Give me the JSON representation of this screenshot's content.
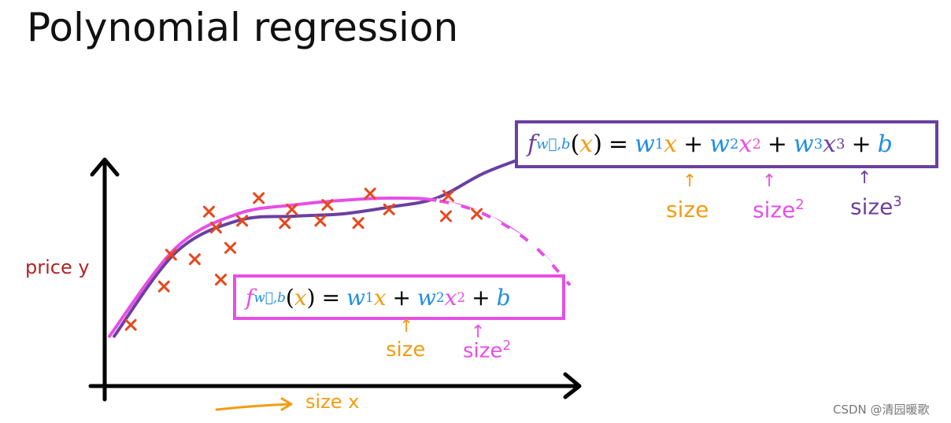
{
  "title": "Polynomial regression",
  "watermark": "CSDN @清园暖歌",
  "colors": {
    "points": "#e8471c",
    "cubic": "#6b3fa0",
    "quadratic": "#e64fe6",
    "blue": "#1f8fe0",
    "orange": "#f39c12",
    "axis": "#000000"
  },
  "chart_data": {
    "type": "scatter",
    "xlabel": "size x",
    "ylabel": "price y",
    "xlim": [
      0,
      10
    ],
    "ylim": [
      0,
      10
    ],
    "points": [
      {
        "x": 0.55,
        "y": 2.7
      },
      {
        "x": 1.25,
        "y": 4.4
      },
      {
        "x": 1.4,
        "y": 5.8
      },
      {
        "x": 1.9,
        "y": 5.6
      },
      {
        "x": 2.2,
        "y": 7.7
      },
      {
        "x": 2.35,
        "y": 7.0
      },
      {
        "x": 2.45,
        "y": 4.7
      },
      {
        "x": 2.65,
        "y": 6.1
      },
      {
        "x": 2.9,
        "y": 7.3
      },
      {
        "x": 3.25,
        "y": 8.3
      },
      {
        "x": 3.8,
        "y": 7.2
      },
      {
        "x": 3.95,
        "y": 7.8
      },
      {
        "x": 4.55,
        "y": 7.3
      },
      {
        "x": 4.7,
        "y": 8.0
      },
      {
        "x": 5.35,
        "y": 7.2
      },
      {
        "x": 5.6,
        "y": 8.5
      },
      {
        "x": 6.0,
        "y": 7.8
      },
      {
        "x": 7.2,
        "y": 7.5
      },
      {
        "x": 7.25,
        "y": 8.4
      },
      {
        "x": 7.85,
        "y": 7.6
      }
    ],
    "series": [
      {
        "label_key": "cubic",
        "y": [
          2.2,
          5.9,
          7.3,
          7.5,
          7.6,
          7.9,
          8.3,
          9.4,
          10.2
        ],
        "x": [
          0.2,
          1.5,
          2.8,
          4,
          5,
          6,
          7,
          8,
          9
        ]
      },
      {
        "label_key": "quadratic",
        "y": [
          2.2,
          6.1,
          7.6,
          8.0,
          8.2,
          8.3,
          8.2,
          7.6,
          6.3,
          4.5
        ],
        "x": [
          0.1,
          1.5,
          2.8,
          4,
          5,
          6,
          7,
          8,
          9,
          9.8
        ]
      }
    ]
  },
  "formulas": {
    "cubic": {
      "f": "f",
      "sub": "w⃗,b",
      "x": "x",
      "w1": "w",
      "i1": "1",
      "w2": "w",
      "i2": "2",
      "e2": "2",
      "w3": "w",
      "i3": "3",
      "e3": "3",
      "b": "b",
      "eq": "=",
      "plus": "+",
      "lp": "(",
      "rp": ")"
    },
    "quadratic": {
      "f": "f",
      "sub": "w⃗,b",
      "x": "x",
      "w1": "w",
      "i1": "1",
      "w2": "w",
      "i2": "2",
      "e2": "2",
      "b": "b",
      "eq": "=",
      "plus": "+",
      "lp": "(",
      "rp": ")"
    }
  },
  "notes": {
    "size": "size",
    "size2": "size",
    "sup2": "2",
    "size3": "size",
    "sup3": "3",
    "arrow": "↑"
  }
}
